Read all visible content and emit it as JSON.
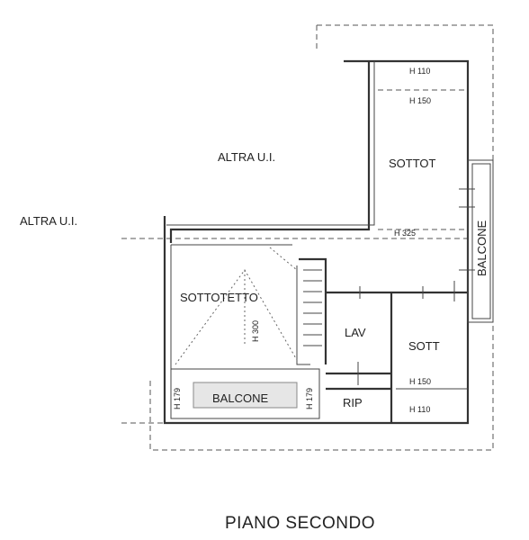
{
  "plan": {
    "title": "PIANO SECONDO",
    "rooms": {
      "altra_ui_top": "ALTRA U.I.",
      "altra_ui_left": "ALTRA U.I.",
      "sottot": "SOTTOT",
      "sottotetto": "SOTTOTETTO",
      "lav": "LAV",
      "sott": "SOTT",
      "rip": "RIP",
      "balcone_bottom": "BALCONE",
      "balcone_right": "BALCONE"
    },
    "heights": {
      "h110_top": "H 110",
      "h150_top": "H 150",
      "h325": "H 325",
      "h300": "H 300",
      "h150_bottom": "H 150",
      "h110_bottom": "H 110",
      "h179_left": "H 179",
      "h179_right": "H 179"
    },
    "colors": {
      "ink": "#333333",
      "hatch": "#bbbbbb"
    }
  }
}
